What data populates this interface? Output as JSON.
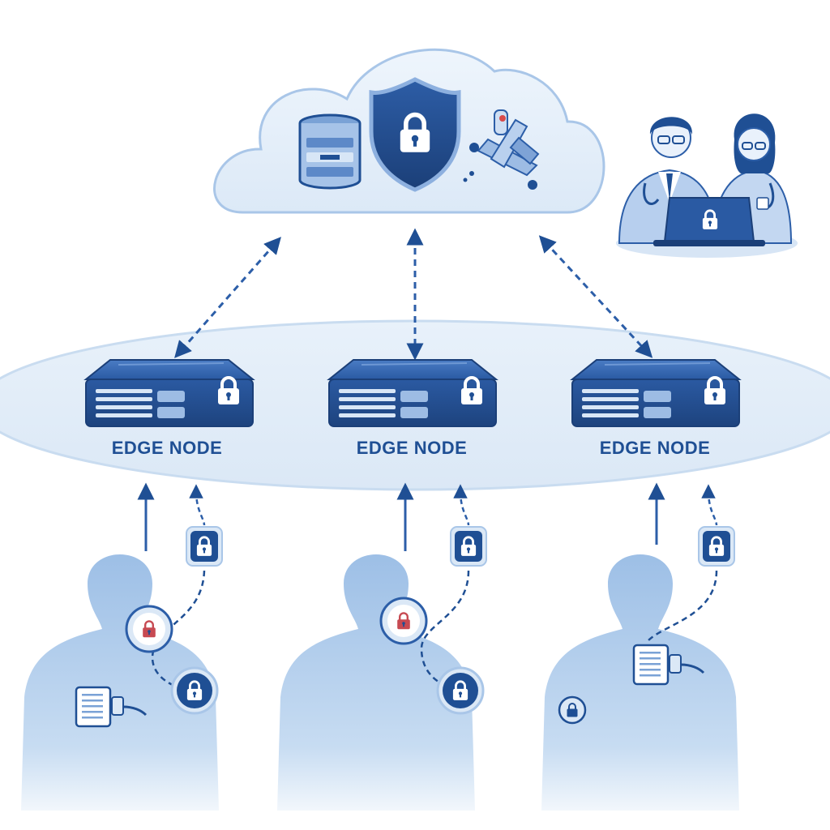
{
  "edge_nodes": [
    {
      "label": "EDGE NODE"
    },
    {
      "label": "EDGE NODE"
    },
    {
      "label": "EDGE NODE"
    }
  ],
  "colors": {
    "primary": "#1f4f94",
    "dark": "#1b3f78",
    "light": "#dbe8f6",
    "body": "#9fc0e6",
    "line": "#2c5ea8"
  },
  "icons": {
    "cloud": "cloud-icon",
    "database": "database-icon",
    "shield": "shield-lock-icon",
    "tools": "medical-tools-icon",
    "server": "edge-server-icon",
    "lock": "padlock-icon",
    "doctors": "clinician-pair-icon",
    "patient": "patient-silhouette-icon",
    "sensor": "wearable-sensor-icon"
  }
}
